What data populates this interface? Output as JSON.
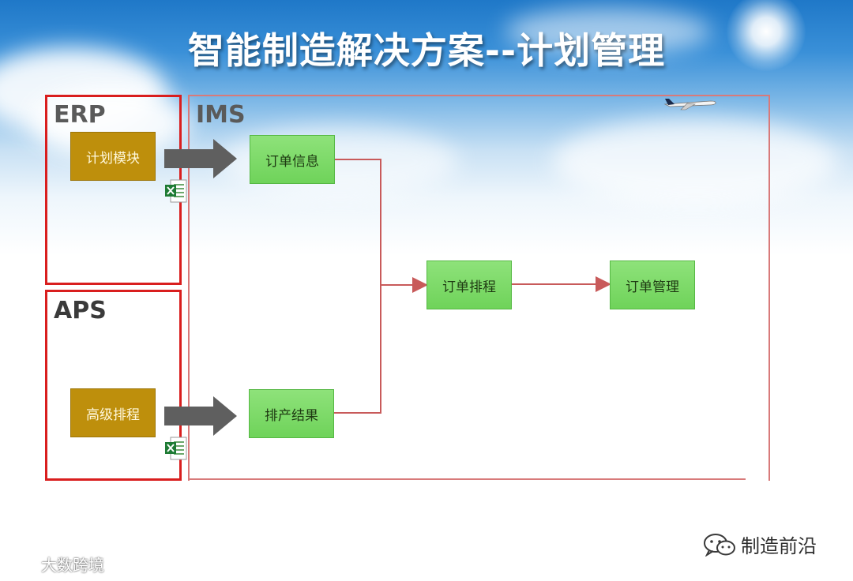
{
  "title": "智能制造解决方案--计划管理",
  "sections": {
    "erp": "ERP",
    "aps": "APS",
    "ims": "IMS"
  },
  "modules": {
    "plan_module": "计划模块",
    "advanced_scheduling": "高级排程",
    "order_info": "订单信息",
    "production_result": "排产结果",
    "order_scheduling": "订单排程",
    "order_management": "订单管理"
  },
  "edges": [
    {
      "from": "计划模块",
      "to": "订单信息"
    },
    {
      "from": "高级排程",
      "to": "排产结果"
    },
    {
      "from": "订单信息",
      "to": "订单排程"
    },
    {
      "from": "排产结果",
      "to": "订单排程"
    },
    {
      "from": "订单排程",
      "to": "订单管理"
    }
  ],
  "watermarks": {
    "left": "大数跨境",
    "right": "制造前沿"
  },
  "colors": {
    "frame_red": "#d91e1e",
    "ims_frame": "#d87a7a",
    "module_gold": "#be8f0c",
    "module_green": "#6fd35a",
    "arrow_gray": "#5f5f5f",
    "connector": "#c85a5a"
  },
  "icons": [
    "excel-file-icon",
    "airplane-icon",
    "wechat-icon"
  ]
}
